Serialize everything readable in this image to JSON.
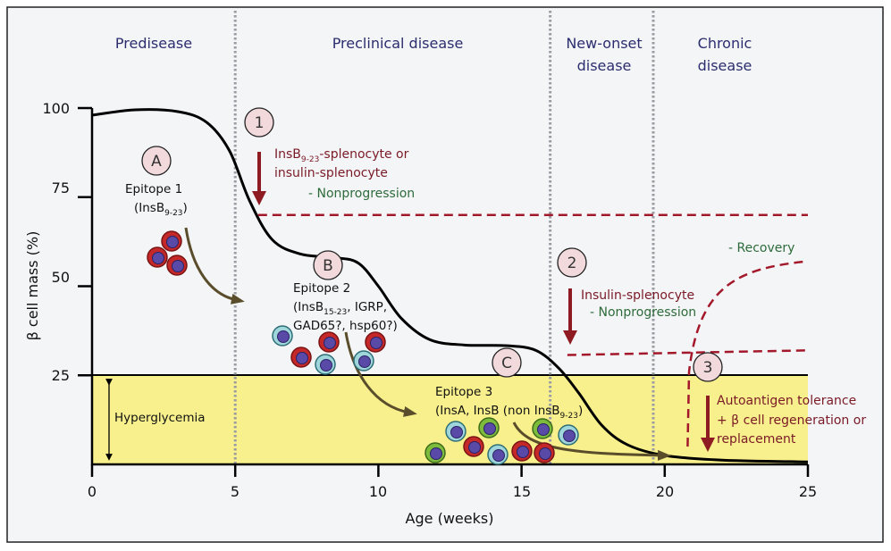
{
  "phases": [
    "Predisease",
    "Preclinical disease",
    [
      "New-onset",
      "disease"
    ],
    [
      "Chronic",
      "disease"
    ]
  ],
  "y_axis": {
    "label": "β cell mass (%)",
    "ticks": [
      "100",
      "75",
      "50",
      "25"
    ],
    "range": [
      0,
      100
    ]
  },
  "x_axis": {
    "label": "Age (weeks)",
    "ticks": [
      "0",
      "5",
      "10",
      "15",
      "20",
      "25"
    ],
    "range": [
      0,
      25
    ]
  },
  "hyperglycemia": {
    "label": "Hyperglycemia",
    "threshold": 25
  },
  "phase_boundaries_weeks": [
    5,
    16,
    19.6
  ],
  "beta_cell_curve": [
    [
      0,
      98
    ],
    [
      1.5,
      99.5
    ],
    [
      3,
      99
    ],
    [
      4,
      96
    ],
    [
      4.8,
      88
    ],
    [
      5.5,
      74
    ],
    [
      6.3,
      63
    ],
    [
      7.3,
      59
    ],
    [
      8.5,
      58
    ],
    [
      9.3,
      56.5
    ],
    [
      10,
      50
    ],
    [
      10.8,
      41
    ],
    [
      11.8,
      35
    ],
    [
      13,
      33.5
    ],
    [
      14.5,
      33.3
    ],
    [
      15.5,
      32
    ],
    [
      16.3,
      27
    ],
    [
      17,
      20
    ],
    [
      17.8,
      11
    ],
    [
      18.7,
      5.5
    ],
    [
      20,
      2.5
    ],
    [
      22,
      1.2
    ],
    [
      25,
      0.7
    ]
  ],
  "markers": {
    "A": "A",
    "B": "B",
    "C": "C",
    "one": "1",
    "two": "2",
    "three": "3"
  },
  "epitopes": {
    "e1": {
      "title": "Epitope 1",
      "l1_pre": "(InsB",
      "l1_sub": "9-23",
      "l1_post": ")"
    },
    "e2": {
      "title": "Epitope 2",
      "l1_pre": "(InsB",
      "l1_sub": "15-23",
      "l1_post": ", IGRP,",
      "l2": "GAD65?, hsp60?)"
    },
    "e3": {
      "title": "Epitope 3",
      "l1_pre": "(InsA, InsB (non InsB",
      "l1_sub": "9-23",
      "l1_post": ")"
    }
  },
  "interventions": {
    "i1": {
      "l1_pre": "InsB",
      "l1_sub": "9-23",
      "l1_post": "-splenocyte or",
      "l2": "insulin-splenocyte",
      "outcome": "- Nonprogression",
      "level": 70
    },
    "i2": {
      "l1": "Insulin-splenocyte",
      "outcome": "- Nonprogression",
      "level": 31.5
    },
    "i3": {
      "l1": "Autoantigen tolerance",
      "l2": "+ β cell regeneration or",
      "l3": "replacement",
      "outcome": "- Recovery",
      "recovery_to": 57
    }
  },
  "colors": {
    "curve": "#000000",
    "dashed": "#a3192b",
    "arrow_red": "#8e1b22",
    "arrow_olive": "#5a4d2b",
    "hyper": "#f8f08c",
    "marker_fill": "#f1d9dc"
  }
}
